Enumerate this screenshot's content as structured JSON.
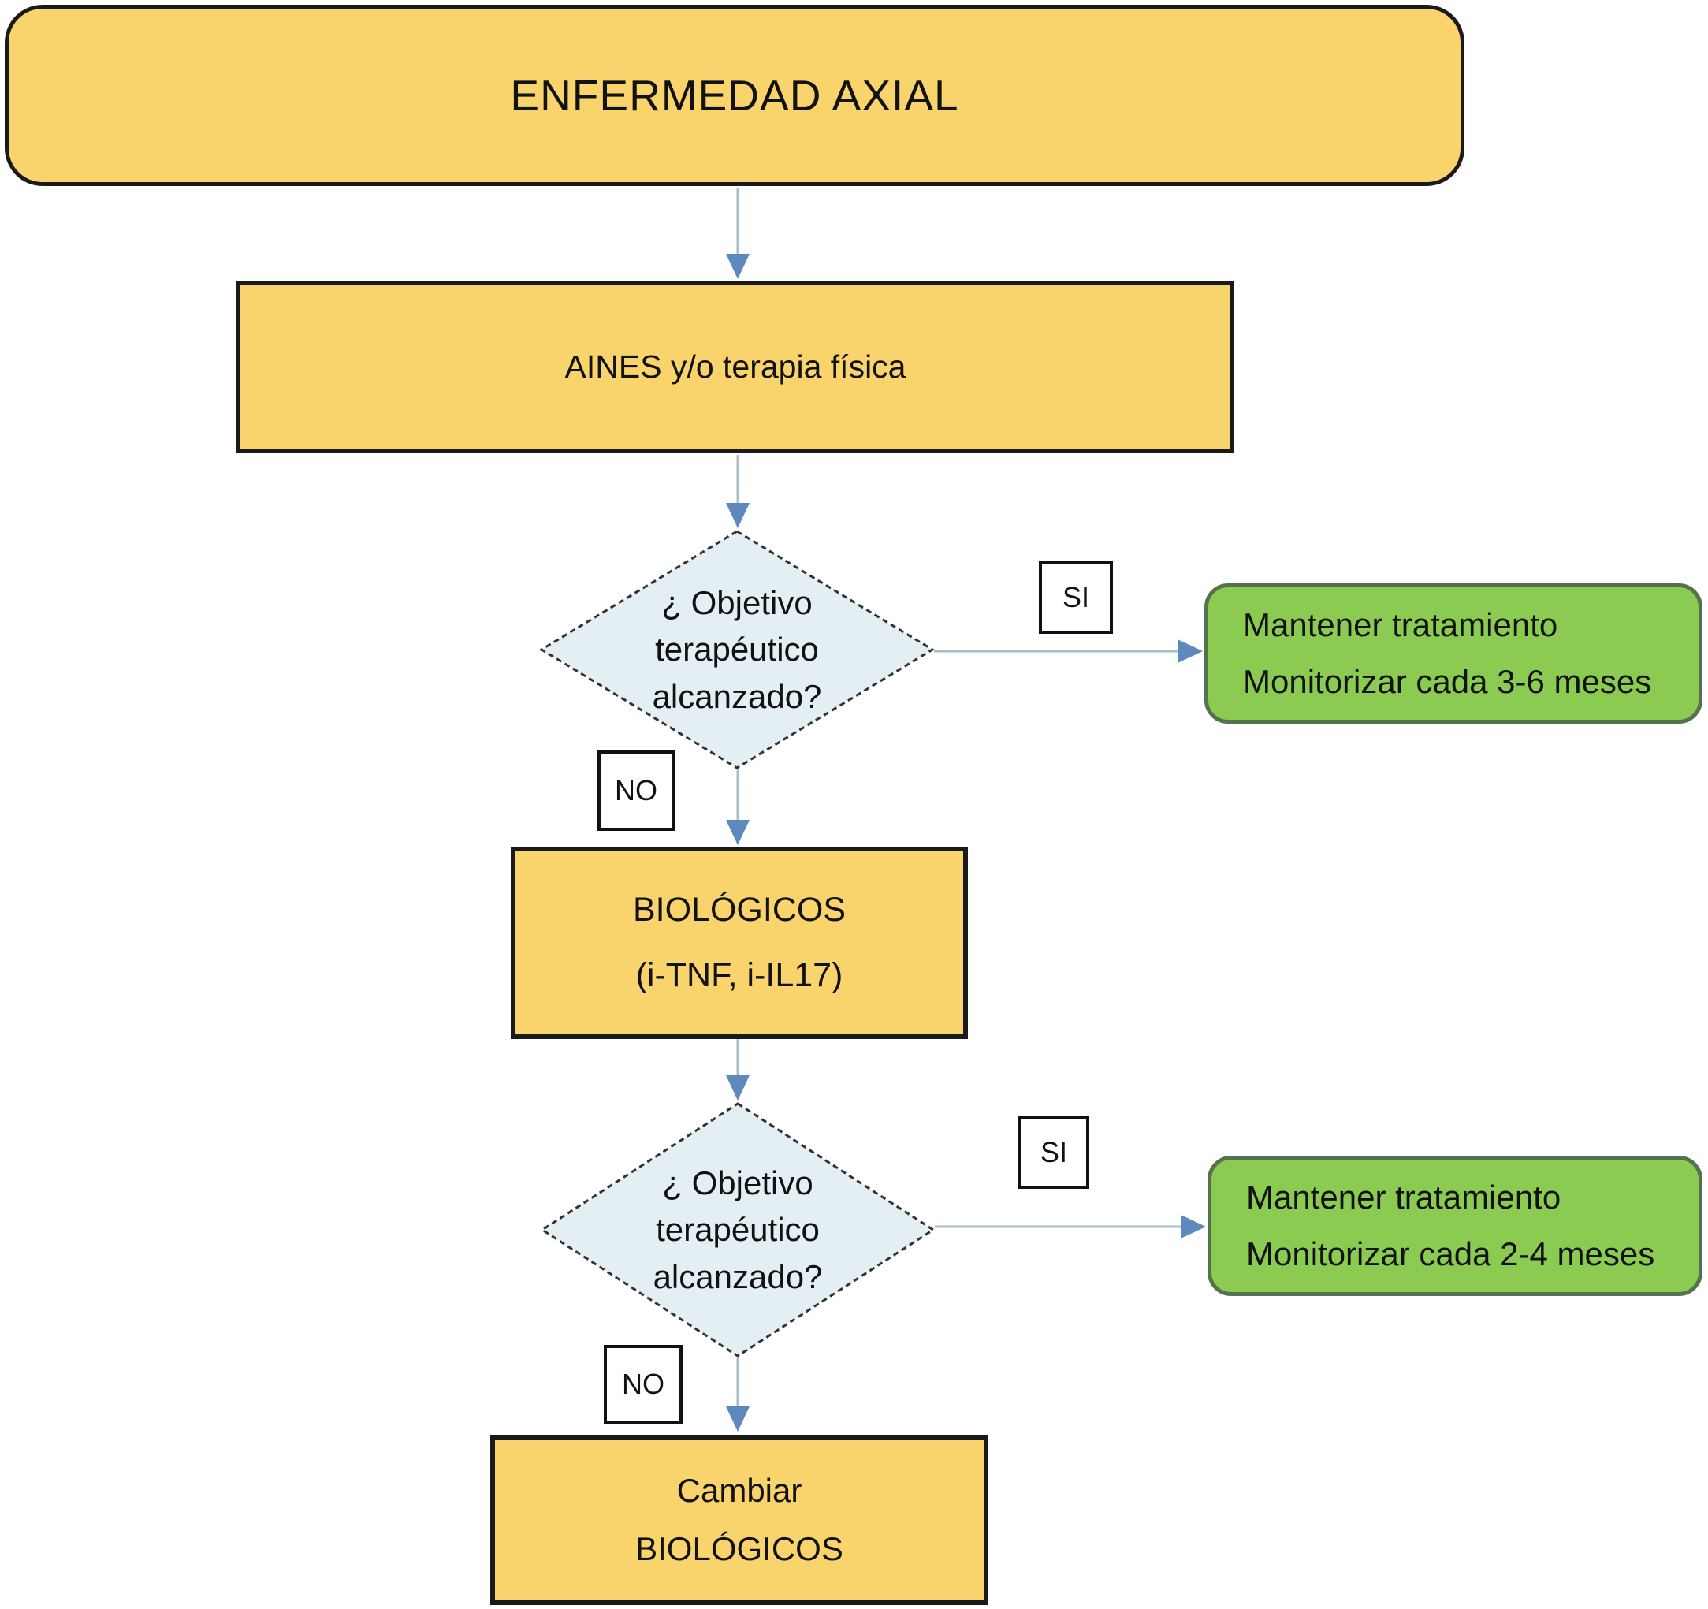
{
  "colors": {
    "process_fill": "#F9D46C",
    "process_border": "#1A1A1A",
    "decision_fill": "#E3EFF3",
    "decision_border": "#333333",
    "terminal_fill": "#8BCB52",
    "terminal_border": "#54724E",
    "label_bg": "#FFFFFF",
    "label_border": "#111111",
    "arrow_shaft": "#A6BDCE",
    "arrow_head": "#5D89BC",
    "text": "#121212"
  },
  "nodes": {
    "title": {
      "text": "ENFERMEDAD AXIAL"
    },
    "aines": {
      "text": "AINES y/o terapia física"
    },
    "decision1": {
      "lines": [
        "¿ Objetivo",
        "terapéutico",
        "alcanzado?"
      ]
    },
    "maintain1": {
      "lines": [
        "Mantener tratamiento",
        "Monitorizar cada 3-6 meses"
      ]
    },
    "biologicos": {
      "lines": [
        "BIOLÓGICOS",
        "(i-TNF, i-IL17)"
      ]
    },
    "decision2": {
      "lines": [
        "¿ Objetivo",
        "terapéutico",
        "alcanzado?"
      ]
    },
    "maintain2": {
      "lines": [
        "Mantener tratamiento",
        "Monitorizar cada 2-4 meses"
      ]
    },
    "cambiar": {
      "lines": [
        "Cambiar",
        "BIOLÓGICOS"
      ]
    }
  },
  "edge_labels": {
    "yes1": "SI",
    "no1": "NO",
    "yes2": "SI",
    "no2": "NO"
  }
}
